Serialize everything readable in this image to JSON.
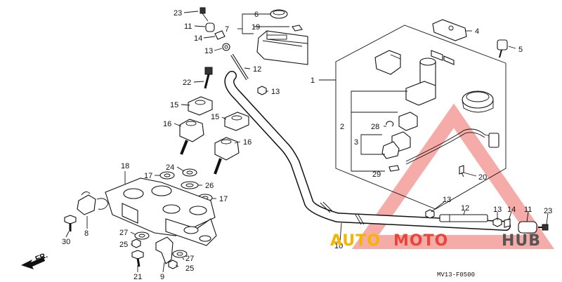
{
  "labels": {
    "p1": "1",
    "p2": "2",
    "p3": "3",
    "p4": "4",
    "p5": "5",
    "p6": "6",
    "p7": "7",
    "p8": "8",
    "p9": "9",
    "p10": "10",
    "p11a": "11",
    "p11b": "11",
    "p12a": "12",
    "p12b": "12",
    "p13a": "13",
    "p13b": "13",
    "p13c": "13",
    "p13d": "13",
    "p14a": "14",
    "p14b": "14",
    "p15a": "15",
    "p15b": "15",
    "p16a": "16",
    "p16b": "16",
    "p17a": "17",
    "p17b": "17",
    "p18": "18",
    "p19": "19",
    "p20": "20",
    "p21": "21",
    "p22": "22",
    "p23a": "23",
    "p23b": "23",
    "p24": "24",
    "p25a": "25",
    "p25b": "25",
    "p26": "26",
    "p27a": "27",
    "p27b": "27",
    "p28": "28",
    "p29": "29",
    "p30": "30"
  },
  "front_indicator": "FR.",
  "diagram_code": "MV13-F0500",
  "watermark": {
    "part1": "AUTO",
    "part2": "MOTO",
    "part3": "HUB",
    "color_auto": "#f4b400",
    "color_moto": "#e8453c",
    "color_hub": "#555555"
  },
  "colors": {
    "line": "#111111",
    "triangle": "#e8453c"
  }
}
